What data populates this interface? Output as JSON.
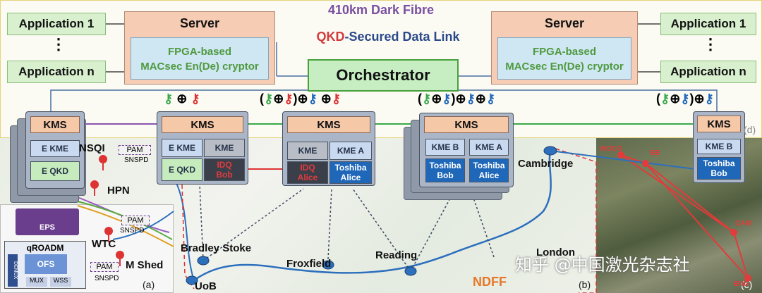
{
  "title": {
    "dark_fibre": "410km Dark Fibre",
    "data_link_qkd": "QKD",
    "data_link_rest": "-Secured Data Link"
  },
  "applications": {
    "left": [
      "Application 1",
      "Application n"
    ],
    "right": [
      "Application 1",
      "Application n"
    ],
    "ellipsis": "⋮"
  },
  "server": {
    "label": "Server",
    "fpga_line1": "FPGA-based",
    "fpga_line2": "MACsec En(De) cryptor"
  },
  "orchestrator": "Orchestrator",
  "operators": {
    "xor": "⊕",
    "open": "(",
    "close": ")"
  },
  "kms": {
    "label": "KMS",
    "node1": {
      "kme_top": "E KME",
      "kme_bottom": "E QKD"
    },
    "node2": {
      "kme_a": "E KME",
      "kme_b": "KME",
      "kme_c": "E QKD",
      "kme_d_line1": "IDQ",
      "kme_d_line2": "Bob"
    },
    "node3": {
      "kme_a": "KME",
      "kme_b": "KME A",
      "kme_c_line1": "IDQ",
      "kme_c_line2": "Alice",
      "kme_d_line1": "Toshiba",
      "kme_d_line2": "Alice"
    },
    "node4": {
      "kme_a": "KME B",
      "kme_b": "KME A",
      "kme_c_line1": "Toshiba",
      "kme_c_line2": "Bob",
      "kme_d_line1": "Toshiba",
      "kme_d_line2": "Alice"
    },
    "node5": {
      "kme_top": "KME B",
      "kme_bottom_line1": "Toshiba",
      "kme_bottom_line2": "Bob"
    }
  },
  "places": {
    "nsqi": "NSQI",
    "hpn": "HPN",
    "wtc": "WTC",
    "mshed": "M Shed",
    "bradley_stoke": "Bradley Stoke",
    "uob": "UoB",
    "froxfield": "Froxfield",
    "reading": "Reading",
    "london": "London",
    "cambridge": "Cambridge",
    "ndff": "NDFF"
  },
  "labels_small": {
    "pam": "PAM",
    "snspd": "SNSPD",
    "eps": "EPS",
    "qroadm": "qROADM",
    "ofs": "OFS",
    "mux": "MUX",
    "wss": "WSS",
    "demux": "DEMUX"
  },
  "panels": {
    "a": "(a)",
    "b": "(b)",
    "c": "(c)",
    "d": "(d)"
  },
  "satellite_labels": [
    "WOCO",
    "EE",
    "CAM",
    "ENG"
  ],
  "watermark": "知乎 @中国激光杂志社",
  "colors": {
    "server_fill": "#f6ccb4",
    "app_fill": "#d9f0cf",
    "orchestrator_fill": "#c7eec2",
    "fibre_arrow_red": "#d23b3b",
    "fibre_arrow_green": "#4aa040",
    "link_blue": "#2c6fbd",
    "key_green": "#3aa84a",
    "key_red": "#d33",
    "key_blue": "#1f67b8"
  }
}
